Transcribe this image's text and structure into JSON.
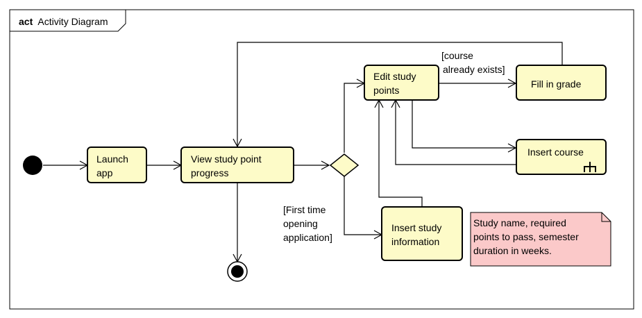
{
  "diagram": {
    "frame_keyword": "act",
    "frame_title": "Activity Diagram",
    "colors": {
      "node_fill": "#fdfbc8",
      "node_stroke": "#000000",
      "note_fill": "#fbc9c9",
      "line": "#000000"
    },
    "nodes": {
      "launch_app": [
        "Launch",
        "app"
      ],
      "view_progress": [
        "View study point",
        "progress"
      ],
      "edit_points": [
        "Edit study",
        "points"
      ],
      "fill_grade": [
        "Fill in grade"
      ],
      "insert_course": [
        "Insert course"
      ],
      "insert_info": [
        "Insert study",
        "information"
      ]
    },
    "guards": {
      "course_exists": [
        "[course",
        "already exists]"
      ],
      "first_time": [
        "[First time",
        "opening",
        "application]"
      ]
    },
    "note": [
      "Study name, required",
      "points to pass, semester",
      "duration in weeks."
    ]
  }
}
